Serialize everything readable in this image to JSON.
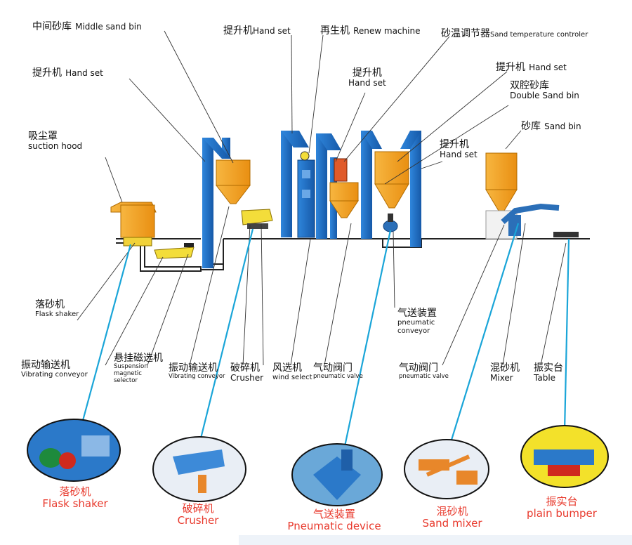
{
  "colors": {
    "blue": "#1f6fc4",
    "orange": "#f3a224",
    "cyan": "#1aa5d8",
    "yellow": "#f3dd3a",
    "red": "#e8392c",
    "ink": "#111111"
  },
  "labels": {
    "middle_bin": {
      "cn": "中间砂库",
      "en": "Middle sand bin"
    },
    "hand_set_left": {
      "cn": "提升机",
      "en": "Hand set"
    },
    "suction_hood": {
      "cn": "吸尘罩",
      "en": "suction hood"
    },
    "hand_set_top": {
      "cn": "提升机",
      "en": "Hand set"
    },
    "renew_machine": {
      "cn": "再生机",
      "en": "Renew machine"
    },
    "temp_controller": {
      "cn": "砂温调节器",
      "en": "Sand temperature controler"
    },
    "hand_set_center": {
      "cn": "提升机",
      "en": "Hand set"
    },
    "hand_set_right": {
      "cn": "提升机",
      "en": "Hand set"
    },
    "double_bin": {
      "cn": "双腔砂库",
      "en": "Double Sand bin"
    },
    "sand_bin": {
      "cn": "砂库",
      "en": "Sand bin"
    },
    "hand_set_right2": {
      "cn": "提升机",
      "en": "Hand set"
    },
    "flask_shaker": {
      "cn": "落砂机",
      "en": "Flask shaker"
    },
    "pneumatic_conveyor": {
      "cn": "气送装置",
      "en1": "pneumatic",
      "en2": "conveyor"
    },
    "vibrating_conveyor_1": {
      "cn": "振动输送机",
      "en": "Vibrating conveyor"
    },
    "suspension_selector": {
      "cn": "悬挂磁选机",
      "en1": "Suspension",
      "en2": "magnetic",
      "en3": "selector"
    },
    "vibrating_conveyor_2": {
      "cn": "振动输送机",
      "en": "Vibrating conveyor"
    },
    "crusher": {
      "cn": "破碎机",
      "en": "Crusher"
    },
    "wind_select": {
      "cn": "风选机",
      "en": "wind select"
    },
    "pneumatic_valve_1": {
      "cn": "气动阀门",
      "en": "pneumatic valve"
    },
    "pneumatic_valve_2": {
      "cn": "气动阀门",
      "en": "pneumatic valve"
    },
    "mixer": {
      "cn": "混砂机",
      "en": "Mixer"
    },
    "table": {
      "cn": "振实台",
      "en": "Table"
    }
  },
  "photos": [
    {
      "cn": "落砂机",
      "en": "Flask shaker"
    },
    {
      "cn": "破碎机",
      "en": "Crusher"
    },
    {
      "cn": "气送装置",
      "en": "Pneumatic device"
    },
    {
      "cn": "混砂机",
      "en": "Sand mixer"
    },
    {
      "cn": "振实台",
      "en": "plain bumper"
    }
  ]
}
